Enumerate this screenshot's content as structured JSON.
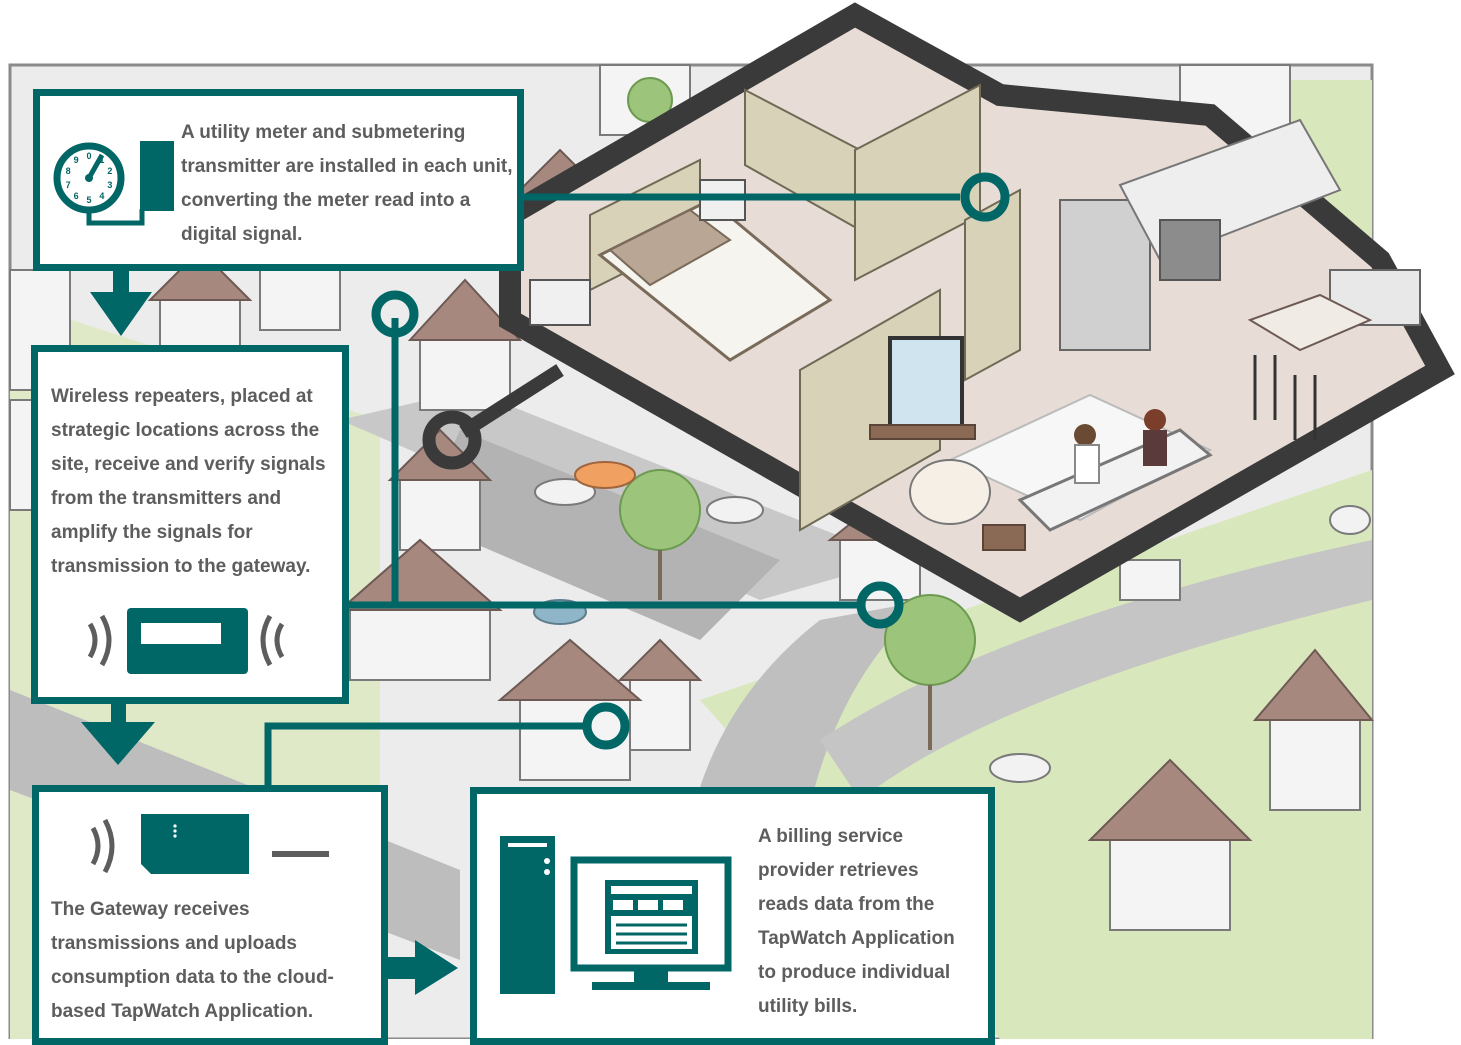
{
  "colors": {
    "teal": "#006666",
    "text": "#5d5d5d",
    "house_outline": "#3a3a3a",
    "grass": "#d9e7bd",
    "road": "#bfbfbf",
    "roof": "#a6887f",
    "floor": "#e7dcd6"
  },
  "steps": [
    {
      "icon": "meter-transmitter-icon",
      "text": "A utility meter and submetering transmitter are installed in each unit, converting the meter read into a digital signal.",
      "meter_digits": [
        "0",
        "1",
        "2",
        "3",
        "4",
        "5",
        "6",
        "7",
        "8",
        "9"
      ]
    },
    {
      "icon": "wireless-repeater-icon",
      "text": "Wireless repeaters, placed at strategic locations across the site, receive and verify signals from the transmitters and amplify the signals for transmission to the gateway."
    },
    {
      "icon": "gateway-icon",
      "text": "The Gateway receives transmissions and uploads consumption data to the cloud-based TapWatch Application."
    },
    {
      "icon": "computer-icon",
      "text": "A billing service provider retrieves reads data from the TapWatch Application to produce individual utility bills."
    }
  ]
}
